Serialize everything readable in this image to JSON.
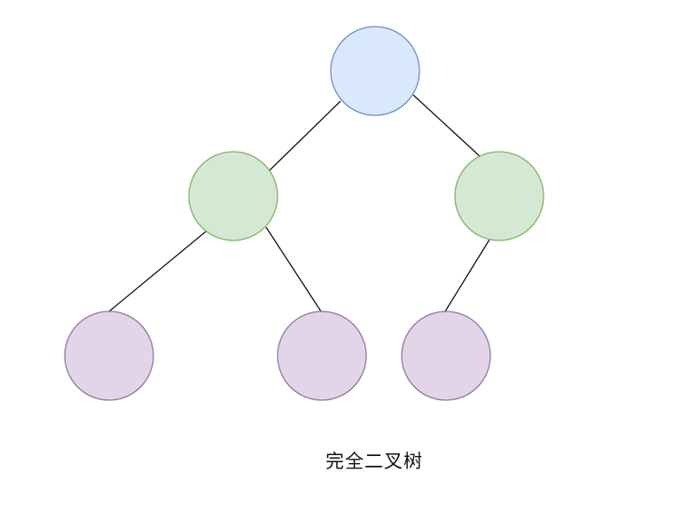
{
  "caption": "完全二叉树",
  "colors": {
    "root_fill": "#dae8fc",
    "root_stroke": "#6c8ebf",
    "level1_fill": "#d5e8d4",
    "level1_stroke": "#82b366",
    "level2_fill": "#e1d5e7",
    "level2_stroke": "#9673a6",
    "edge": "#111111"
  },
  "tree": {
    "nodes": [
      {
        "id": "root",
        "level": 0
      },
      {
        "id": "left",
        "level": 1,
        "parent": "root"
      },
      {
        "id": "right",
        "level": 1,
        "parent": "root"
      },
      {
        "id": "left-left",
        "level": 2,
        "parent": "left"
      },
      {
        "id": "left-right",
        "level": 2,
        "parent": "left"
      },
      {
        "id": "right-left",
        "level": 2,
        "parent": "right"
      }
    ]
  }
}
